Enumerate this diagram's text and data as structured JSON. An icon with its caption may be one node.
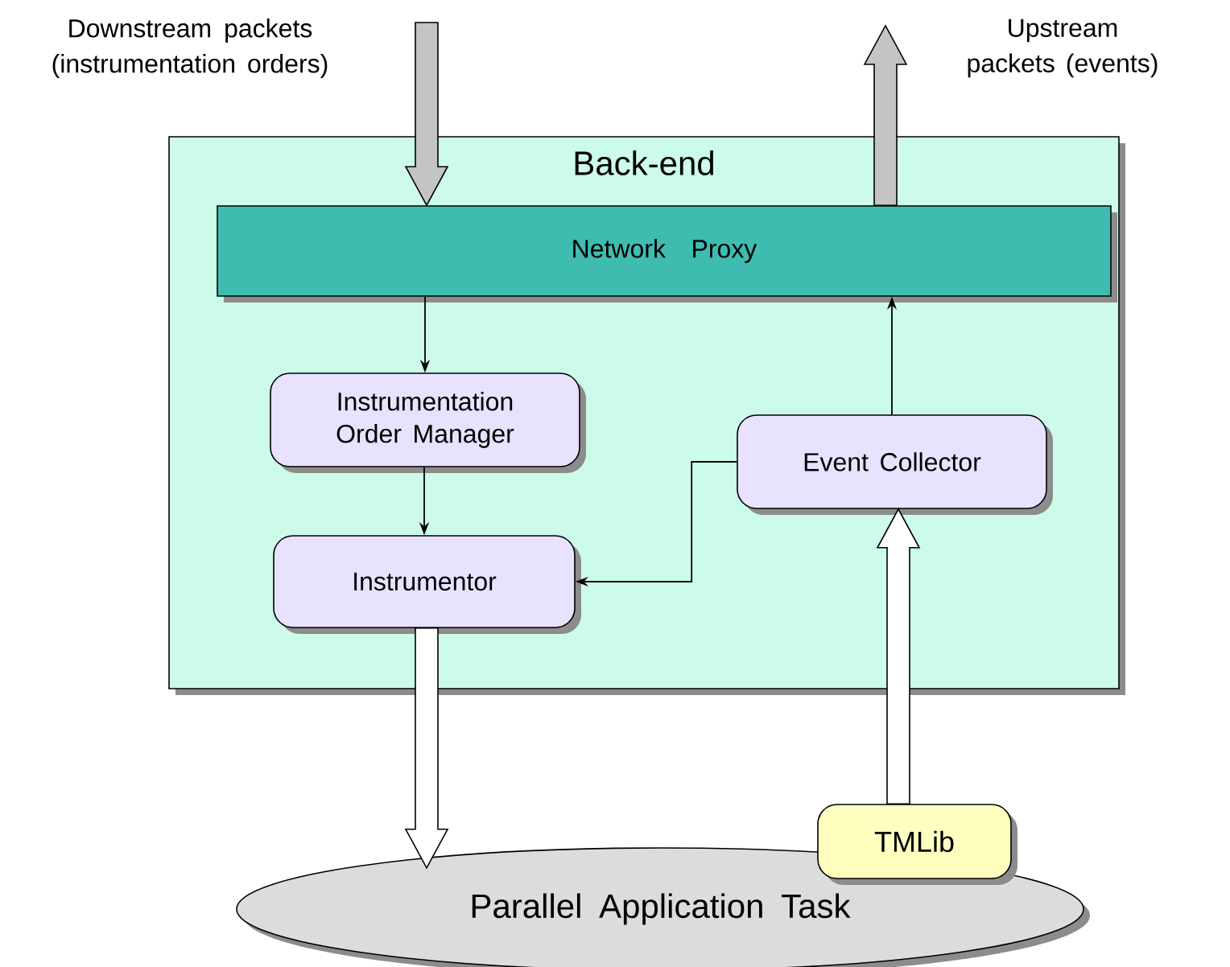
{
  "diagram": {
    "nodes": [
      {
        "text": [
          "Back-end"
        ]
      },
      {
        "text": [
          "Network Proxy"
        ],
        "in": 0
      },
      {
        "text": [
          "Instrumentation Order Manager"
        ],
        "in": 0
      },
      {
        "text": [
          "Instrumentor"
        ],
        "in": 0
      },
      {
        "text": [
          "Event Collector"
        ],
        "in": 0
      },
      {
        "text": [
          "Parallel Application Task"
        ]
      },
      {
        "text": [
          "TMLib"
        ]
      }
    ],
    "edges": [
      {
        "from": null,
        "to": 1,
        "arrow": "to",
        "style": "thick",
        "color": "#c4c4c4"
      },
      {
        "from": 1,
        "to": null,
        "arrow": "to",
        "style": "thick",
        "color": "#c4c4c4"
      },
      {
        "from": 1,
        "to": 2,
        "arrow": "to"
      },
      {
        "from": 2,
        "to": 3,
        "arrow": "to"
      },
      {
        "from": 4,
        "to": 3,
        "arrow": "to"
      },
      {
        "from": 4,
        "to": 1,
        "arrow": "to"
      },
      {
        "from": 3,
        "to": 5,
        "arrow": "to",
        "style": "thick",
        "color": "#ffffff"
      },
      {
        "from": 6,
        "to": 4,
        "arrow": "to",
        "style": "thick",
        "color": "#ffffff"
      }
    ],
    "labels": [
      "Downstream packets (instrumentation orders)",
      "Upstream packets (events)"
    ]
  }
}
